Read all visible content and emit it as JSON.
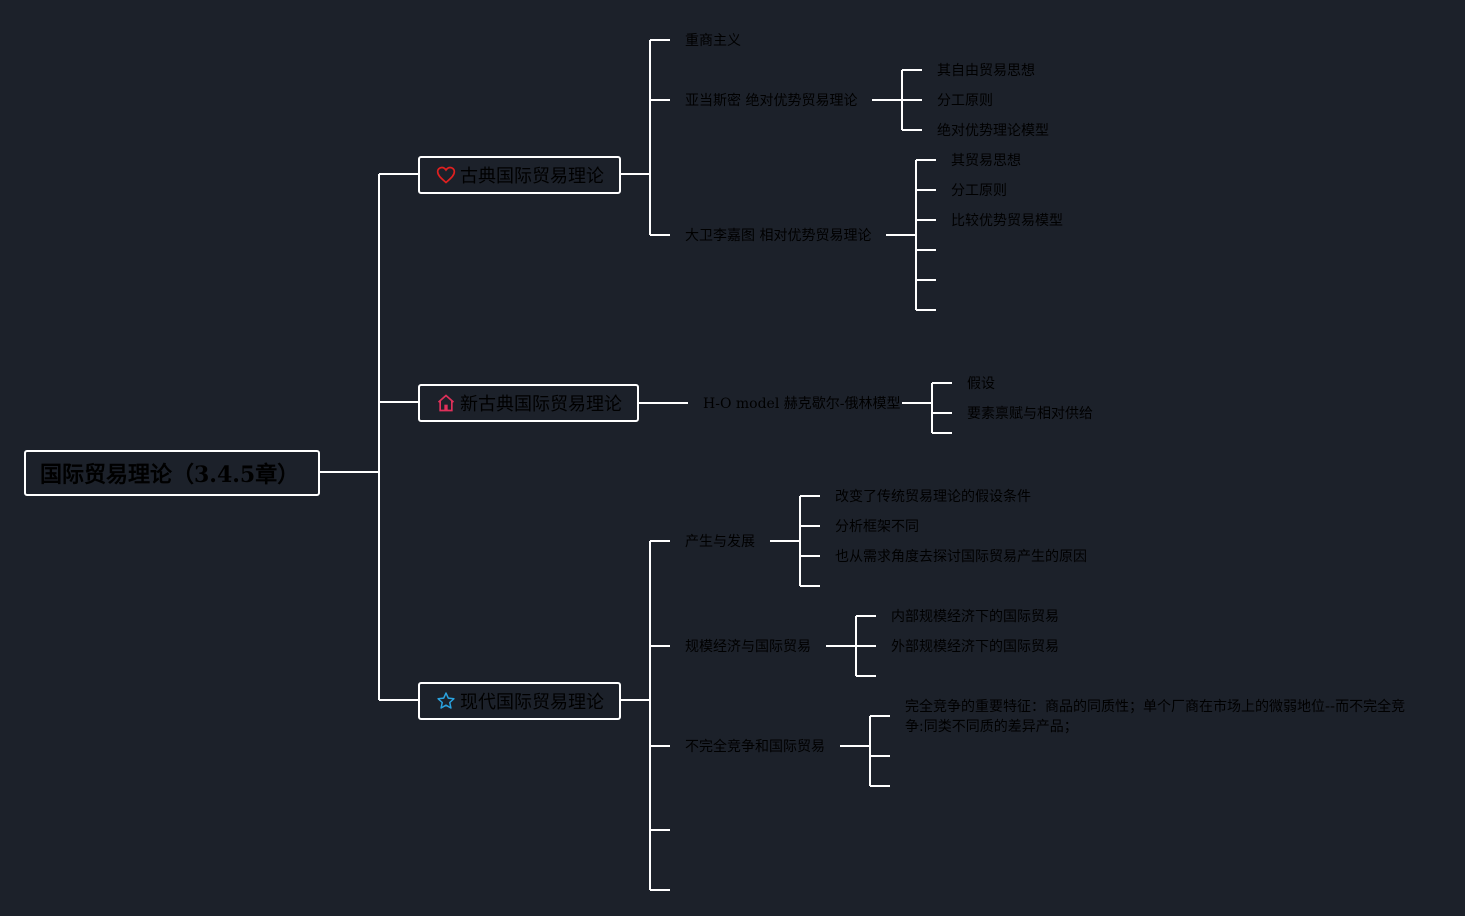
{
  "root": {
    "title": "国际贸易理论（3.4.5章）"
  },
  "branches": [
    {
      "title": "古典国际贸易理论",
      "icon": "heart-icon",
      "icon_color": "#e02020",
      "children": [
        {
          "label": "重商主义"
        },
        {
          "label": "亚当斯密 绝对优势贸易理论",
          "children": [
            "其自由贸易思想",
            "分工原则",
            "绝对优势理论模型"
          ]
        },
        {
          "label": "大卫李嘉图 相对优势贸易理论",
          "children": [
            "其贸易思想",
            "分工原则",
            "比较优势贸易模型",
            "",
            "",
            ""
          ]
        }
      ]
    },
    {
      "title": "新古典国际贸易理论",
      "icon": "home-icon",
      "icon_color": "#e0305a",
      "children": [
        {
          "label": "H-O model 赫克歇尔-俄林模型",
          "children": [
            "假设",
            "要素禀赋与相对供给"
          ]
        }
      ]
    },
    {
      "title": "现代国际贸易理论",
      "icon": "star-icon",
      "icon_color": "#2aa3e0",
      "children": [
        {
          "label": "产生与发展",
          "children": [
            "改变了传统贸易理论的假设条件",
            "分析框架不同",
            "也从需求角度去探讨国际贸易产生的原因",
            ""
          ]
        },
        {
          "label": "规模经济与国际贸易",
          "children": [
            "内部规模经济下的国际贸易",
            "外部规模经济下的国际贸易",
            ""
          ]
        },
        {
          "label": "不完全竞争和国际贸易",
          "children": [
            "完全竞争的重要特征：商品的同质性；单个厂商在市场上的微弱地位--而不完全竞争:同类不同质的差异产品；",
            "",
            ""
          ]
        },
        {
          "label": ""
        },
        {
          "label": ""
        }
      ]
    }
  ],
  "colors": {
    "background": "#1c212a",
    "line": "#ffffff",
    "text": "#000000"
  }
}
